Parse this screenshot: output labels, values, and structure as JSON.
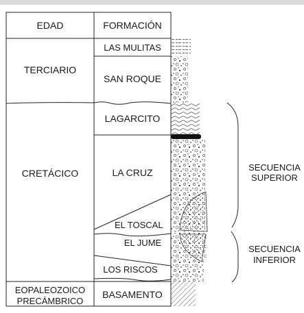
{
  "headers": {
    "age": "EDAD",
    "formation": "FORMACIÓN"
  },
  "ages": {
    "terciario": "TERCIARIO",
    "cretacico": "CRETÁCICO",
    "eopaleozoico_line1": "EOPALEOZOICO",
    "eopaleozoico_line2": "PRECÁMBRICO"
  },
  "formations": {
    "las_mulitas": "LAS MULITAS",
    "san_roque": "SAN ROQUE",
    "lagarcito": "LAGARCITO",
    "la_cruz": "LA CRUZ",
    "el_toscal": "EL TOSCAL",
    "el_jume": "EL JUME",
    "los_riscos": "LOS RISCOS",
    "basamento": "BASAMENTO"
  },
  "sequences": {
    "superior_line1": "SECUENCIA",
    "superior_line2": "SUPERIOR",
    "inferior_line1": "SECUENCIA",
    "inferior_line2": "INFERIOR"
  }
}
